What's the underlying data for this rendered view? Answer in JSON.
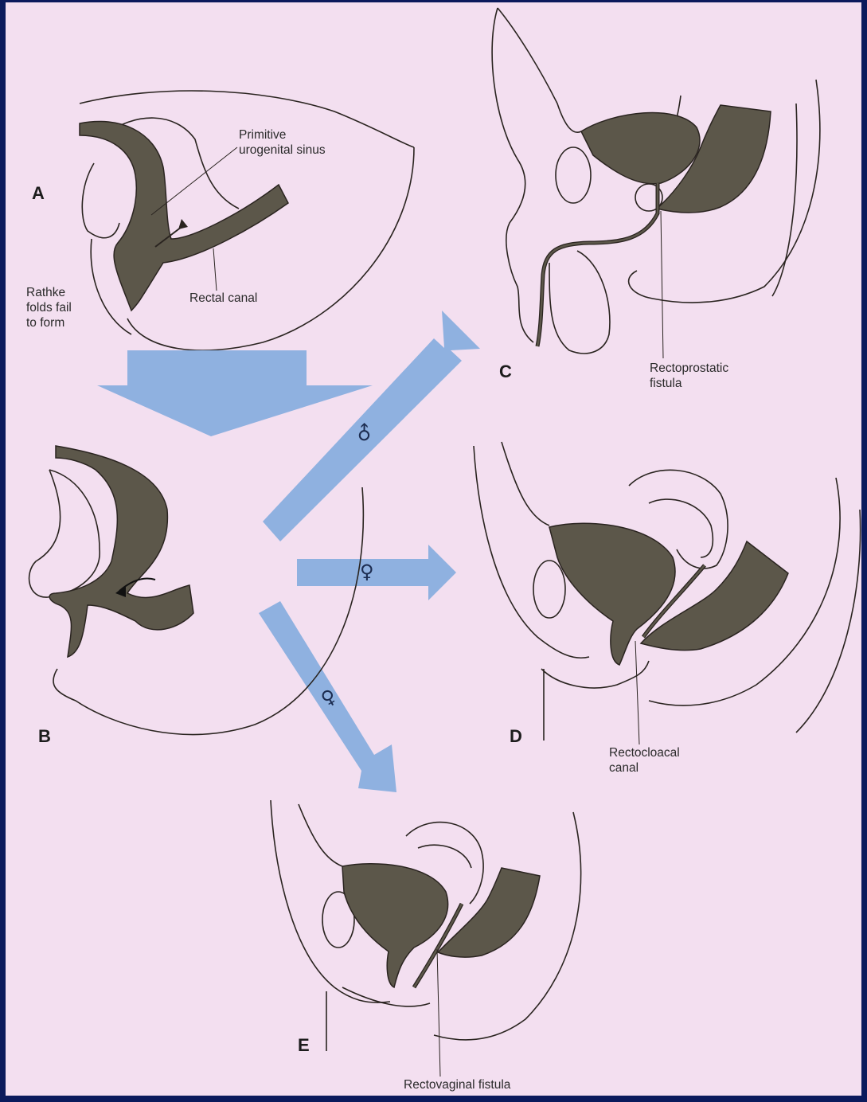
{
  "colors": {
    "frame": "#0b1a5c",
    "paper": "#f3dff0",
    "arrow": "#8fb1e0",
    "organ": "#5c574a",
    "line": "#2a2420"
  },
  "panels": {
    "a": "A",
    "b": "B",
    "c": "C",
    "d": "D",
    "e": "E"
  },
  "labels": {
    "primitive_sinus": "Primitive\nurogenital sinus",
    "rectal_canal": "Rectal canal",
    "rathke": "Rathke\nfolds fail\nto form",
    "rectoprostatic": "Rectoprostatic\nfistula",
    "rectocloacal": "Rectocloacal\ncanal",
    "rectovaginal": "Rectovaginal fistula"
  },
  "symbols": {
    "male": "♂",
    "female_d": "♀",
    "female_e": "♀"
  }
}
